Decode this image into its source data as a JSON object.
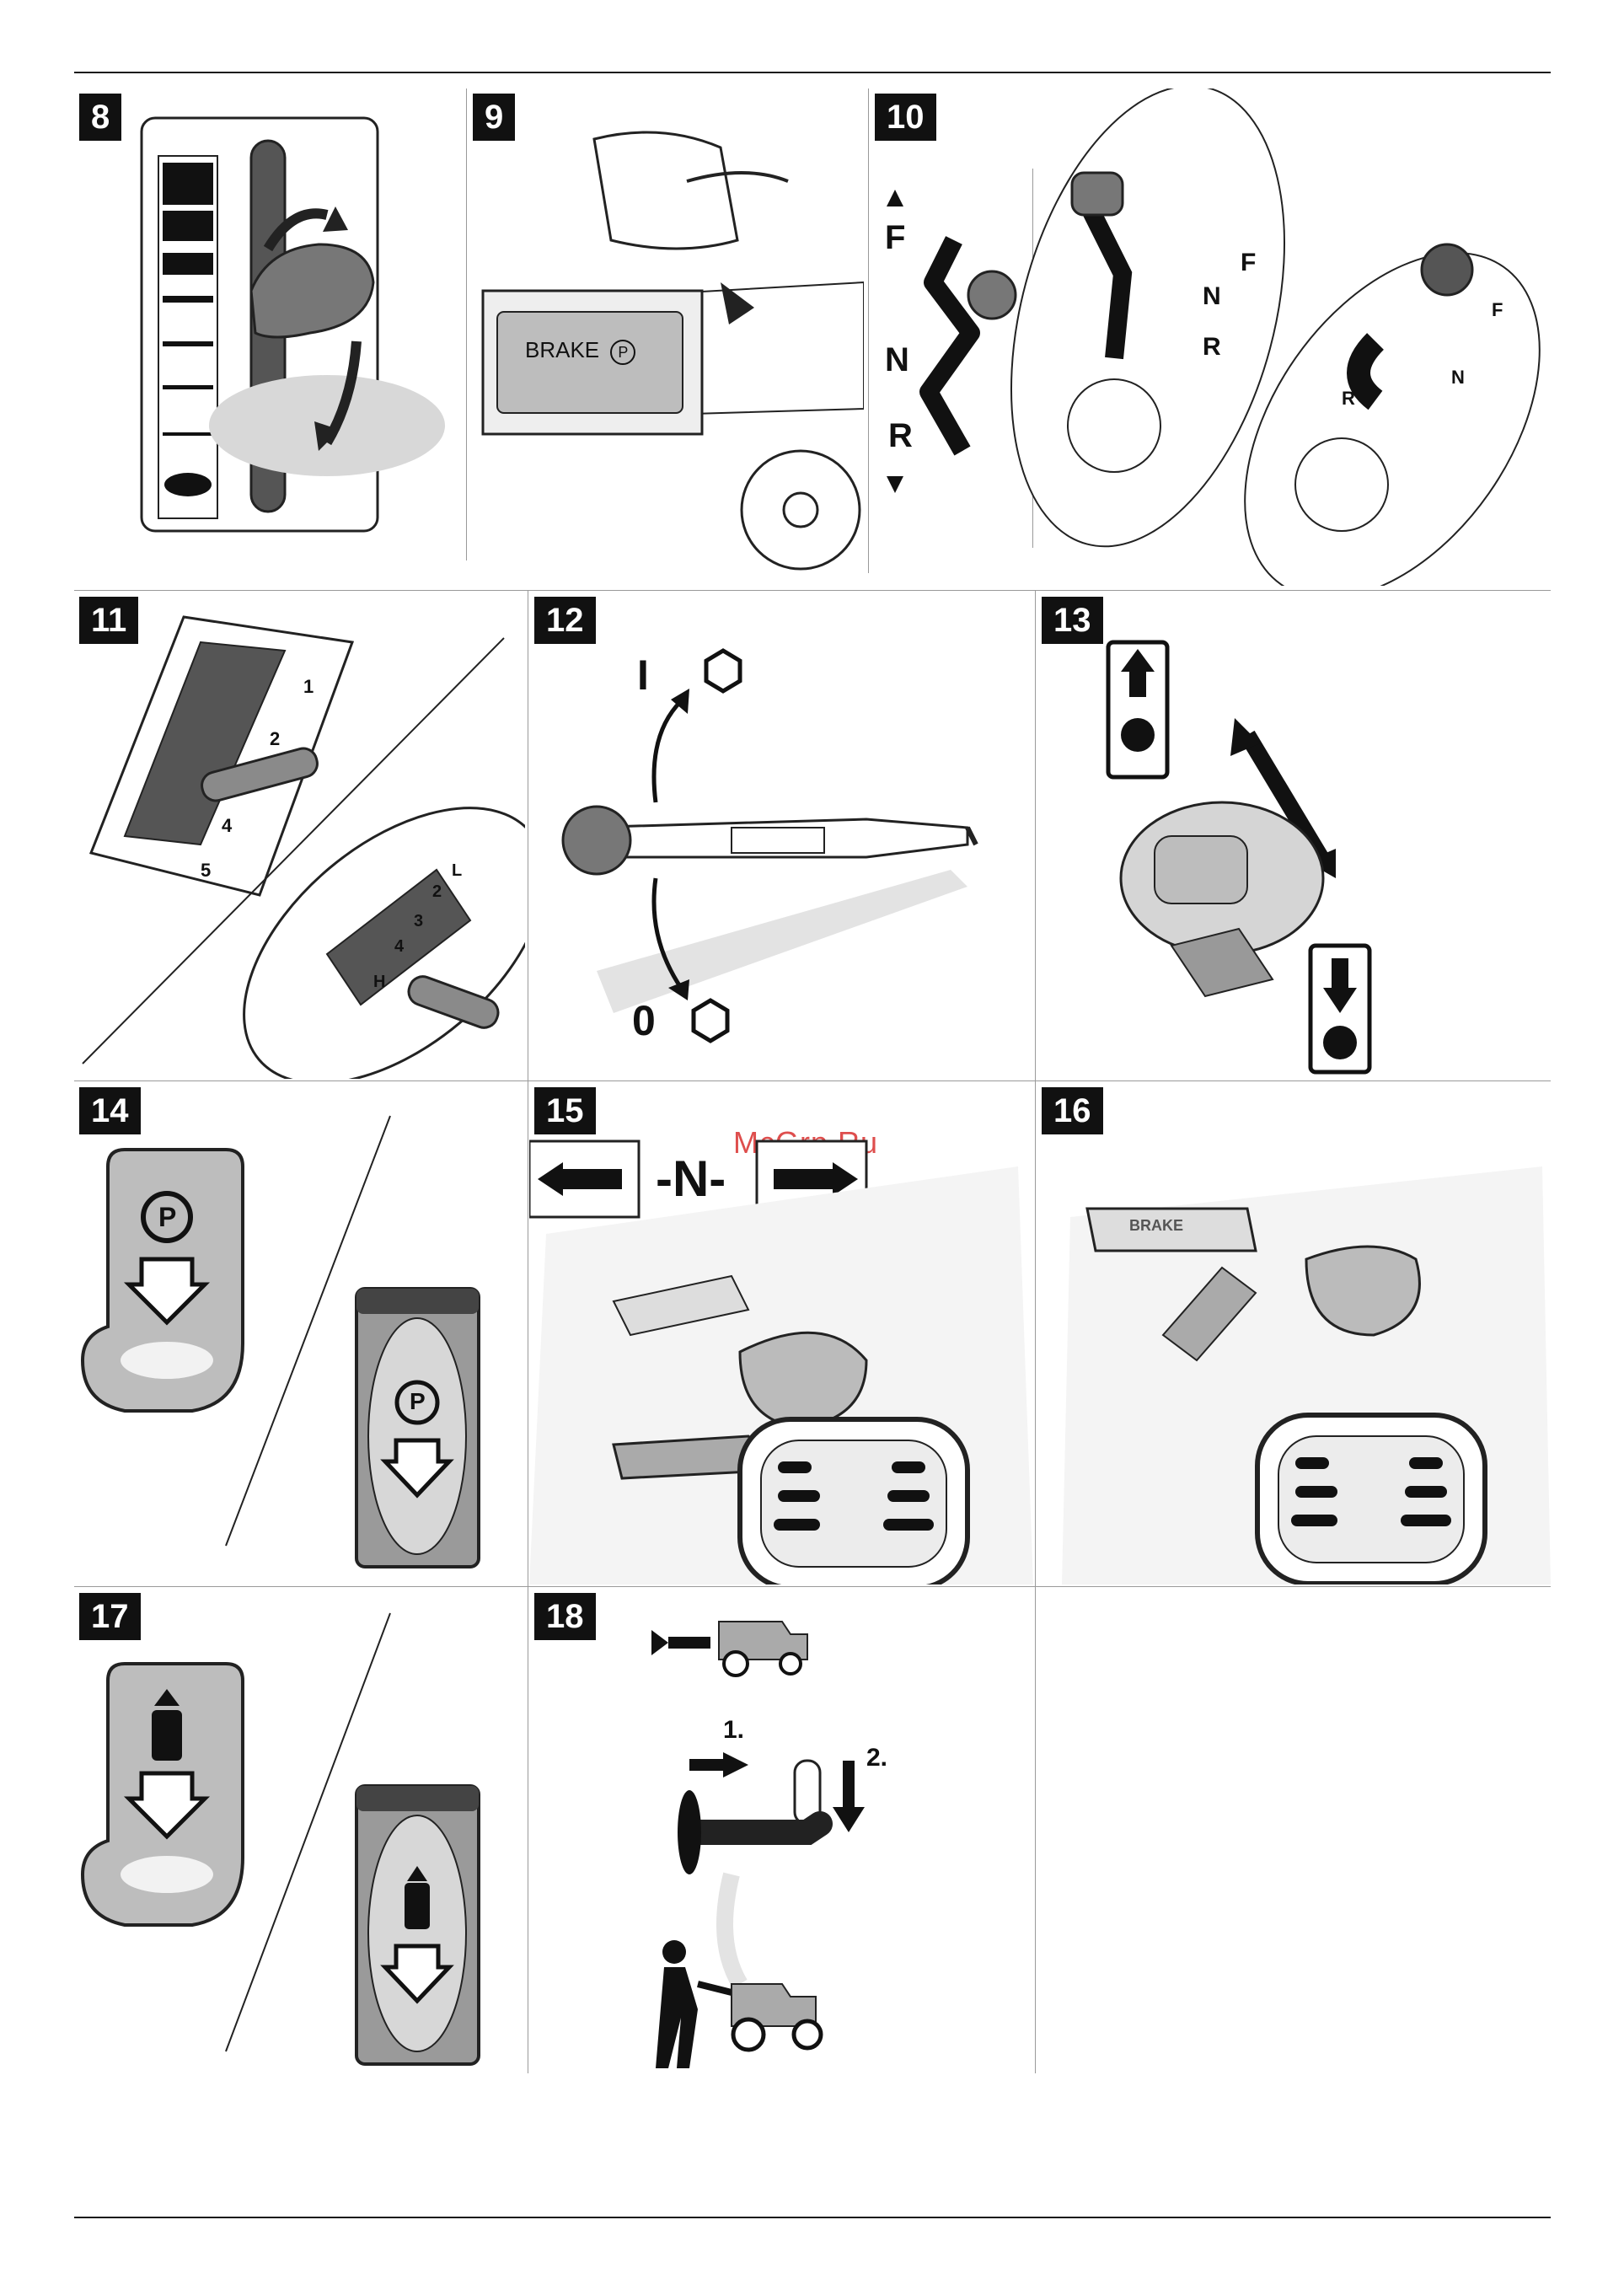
{
  "watermark": "McGrp.Ru",
  "panels": [
    {
      "number": "8"
    },
    {
      "number": "9",
      "brake_label": "BRAKE",
      "brake_symbol": "P"
    },
    {
      "number": "10",
      "labels": [
        "F",
        "N",
        "R"
      ]
    },
    {
      "number": "11",
      "gear_labels": [
        "1",
        "2",
        "3",
        "4",
        "5",
        "L",
        "2",
        "3",
        "4",
        "H"
      ]
    },
    {
      "number": "12",
      "on_label": "I",
      "off_label": "0"
    },
    {
      "number": "13"
    },
    {
      "number": "14",
      "symbol": "P"
    },
    {
      "number": "15",
      "neutral_label": "-N-"
    },
    {
      "number": "16",
      "brake_label": "BRAKE"
    },
    {
      "number": "17"
    },
    {
      "number": "18",
      "step1": "1.",
      "step2": "2."
    }
  ]
}
